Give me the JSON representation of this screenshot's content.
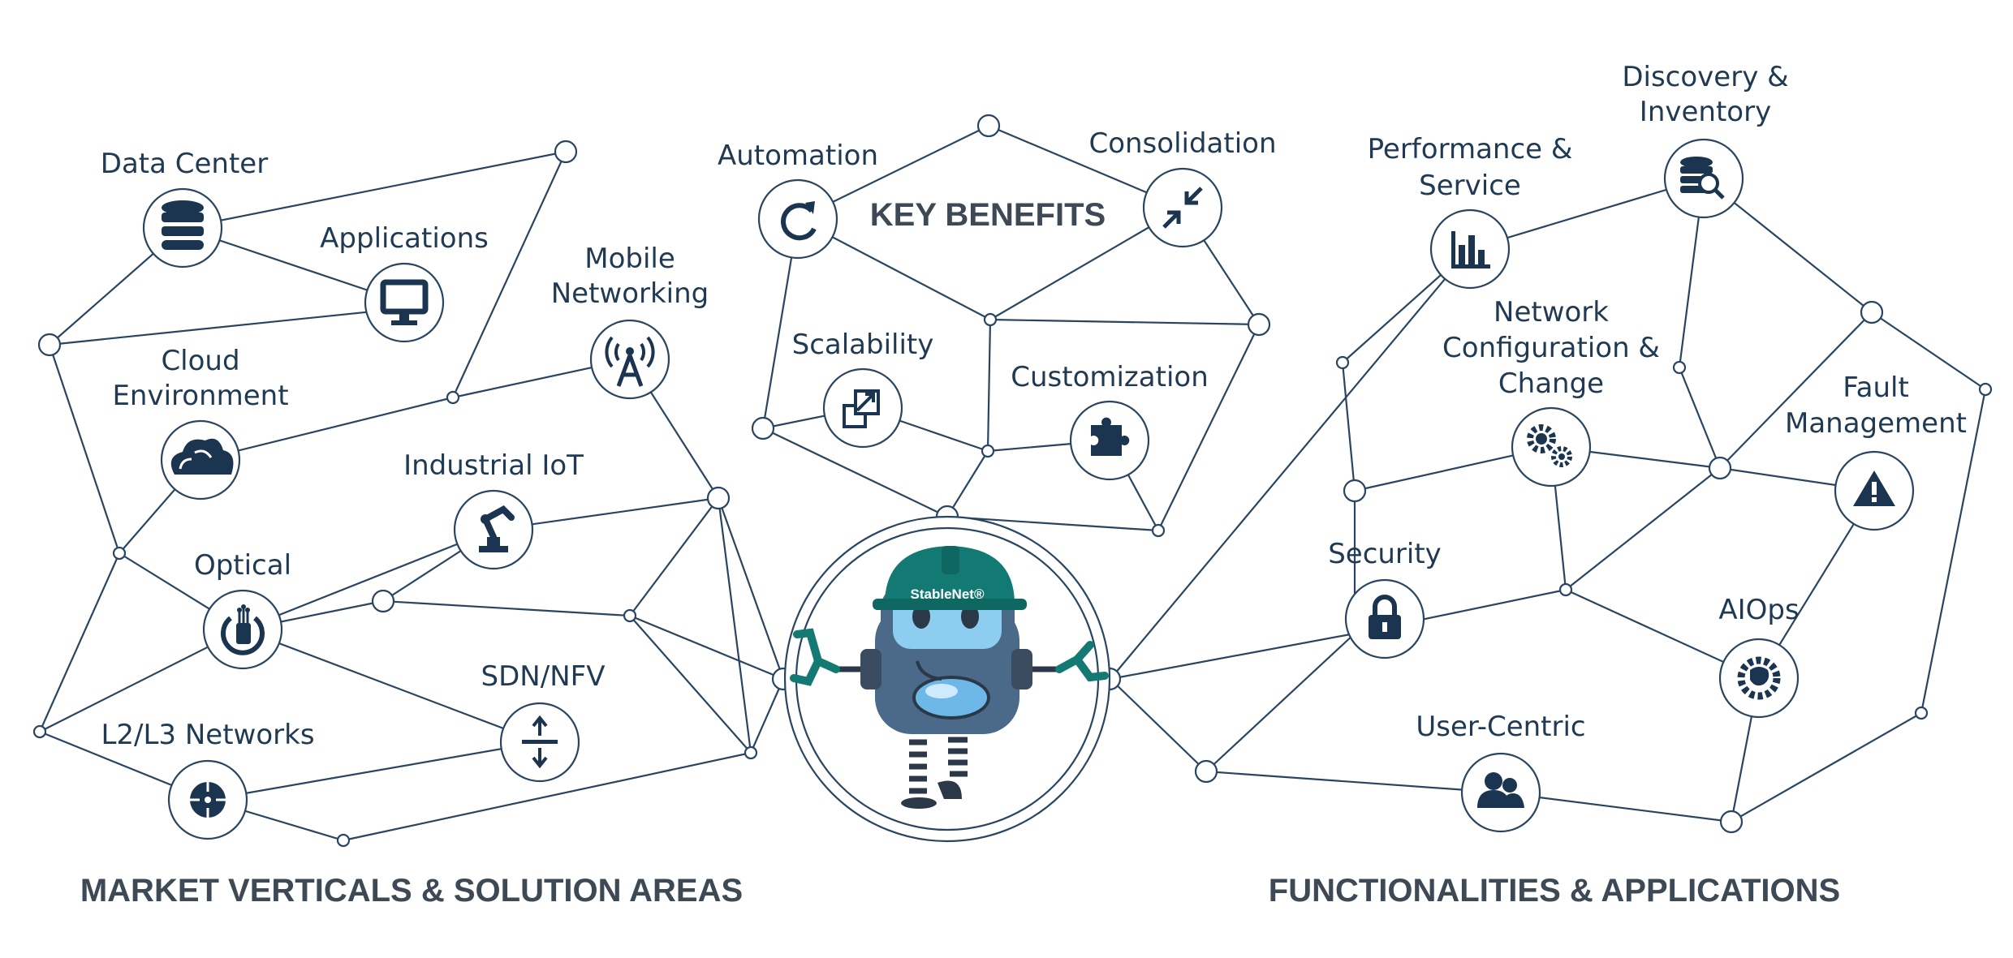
{
  "header": {
    "key_benefits": "KEY BENEFITS",
    "left_section": "MARKET VERTICALS & SOLUTION AREAS",
    "right_section": "FUNCTIONALITIES  & APPLICATIONS"
  },
  "mascot": {
    "helmet_text": "StableNet®"
  },
  "left": {
    "data_center": "Data Center",
    "applications": "Applications",
    "mobile_1": "Mobile",
    "mobile_2": "Networking",
    "cloud_1": "Cloud",
    "cloud_2": "Environment",
    "industrial_iot": "Industrial IoT",
    "optical": "Optical",
    "sdn_nfv": "SDN/NFV",
    "l2l3": "L2/L3 Networks"
  },
  "center": {
    "automation": "Automation",
    "consolidation": "Consolidation",
    "scalability": "Scalability",
    "customization": "Customization"
  },
  "right": {
    "discovery_1": "Discovery &",
    "discovery_2": "Inventory",
    "performance_1": "Performance &",
    "performance_2": "Service",
    "netconf_1": "Network",
    "netconf_2": "Configuration &",
    "netconf_3": "Change",
    "fault_1": "Fault",
    "fault_2": "Management",
    "security": "Security",
    "aiops": "AIOps",
    "user_centric": "User-Centric"
  },
  "colors": {
    "navy": "#1b3550",
    "line": "#2a4560",
    "teal": "#137a73",
    "title_gray": "#3d4a55"
  },
  "icons": [
    "database-icon",
    "monitor-icon",
    "antenna-icon",
    "cloud-icon",
    "robot-arm-icon",
    "fiber-icon",
    "sdn-arrows-icon",
    "crosshair-icon",
    "refresh-icon",
    "compress-icon",
    "scale-icon",
    "puzzle-icon",
    "database-search-icon",
    "bar-chart-icon",
    "gears-icon",
    "warning-icon",
    "lock-icon",
    "ai-brain-icon",
    "users-icon"
  ]
}
